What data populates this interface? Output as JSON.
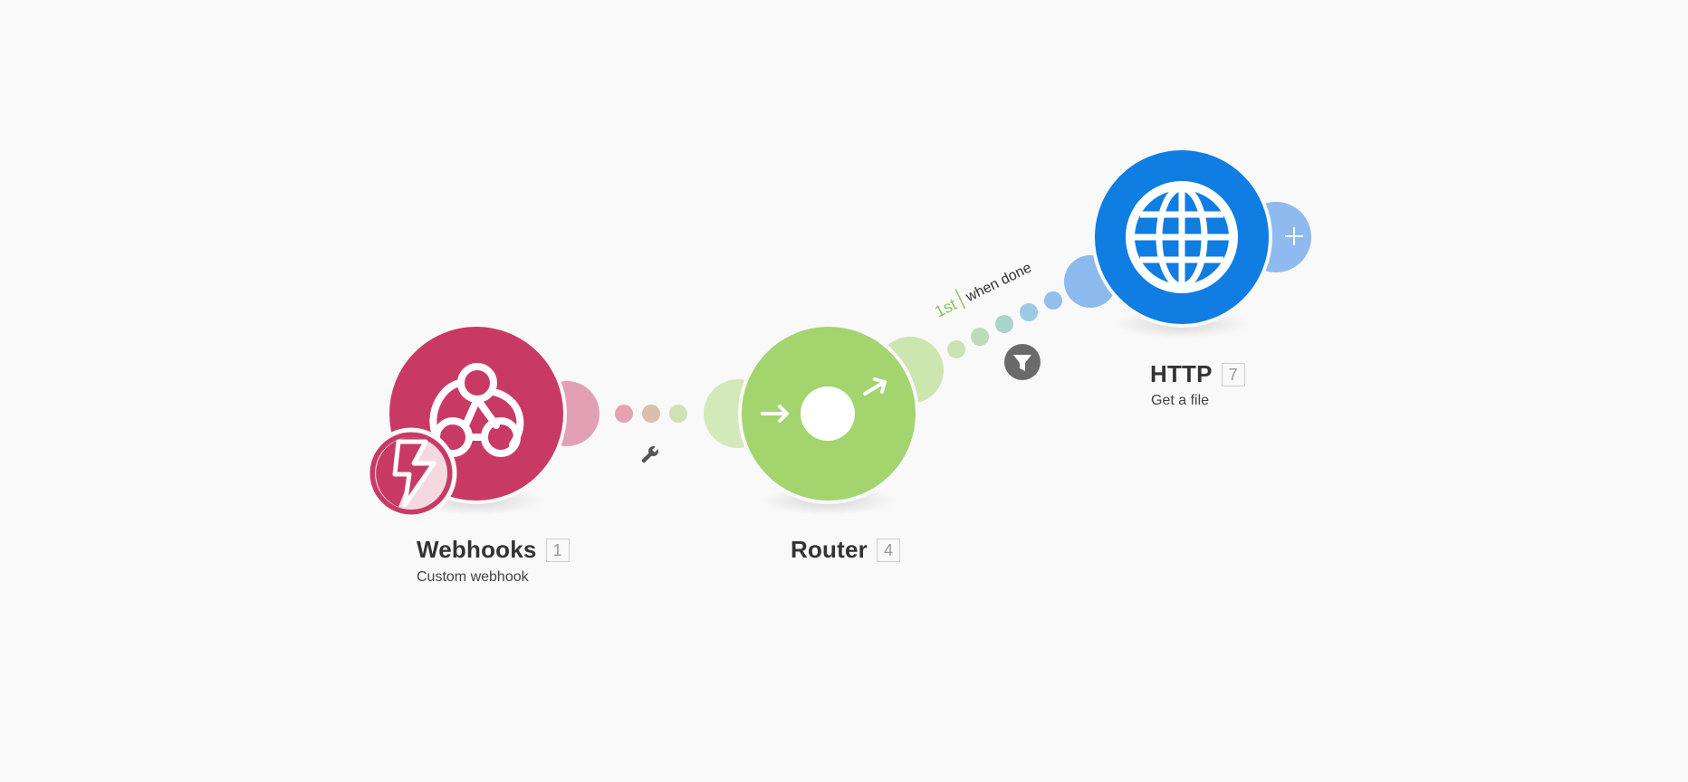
{
  "colors": {
    "background": "#f9f9f9",
    "webhooks": "#c83a64",
    "router": "#a3d46e",
    "http": "#0f7de2",
    "filter": "#6a6a6a"
  },
  "modules": [
    {
      "key": "webhooks",
      "name": "Webhooks",
      "id": "1",
      "subtitle": "Custom webhook",
      "icon": "webhook-icon",
      "badge_icon": "lightning-icon"
    },
    {
      "key": "router",
      "name": "Router",
      "id": "4",
      "subtitle": "",
      "icon": "router-icon"
    },
    {
      "key": "http",
      "name": "HTTP",
      "id": "7",
      "subtitle": "Get a file",
      "icon": "globe-icon"
    }
  ],
  "routes": [
    {
      "order": "1st",
      "separator": "|",
      "condition": "when done"
    }
  ],
  "connection_icons": [
    "wrench-icon",
    "filter-icon",
    "plus-icon"
  ]
}
